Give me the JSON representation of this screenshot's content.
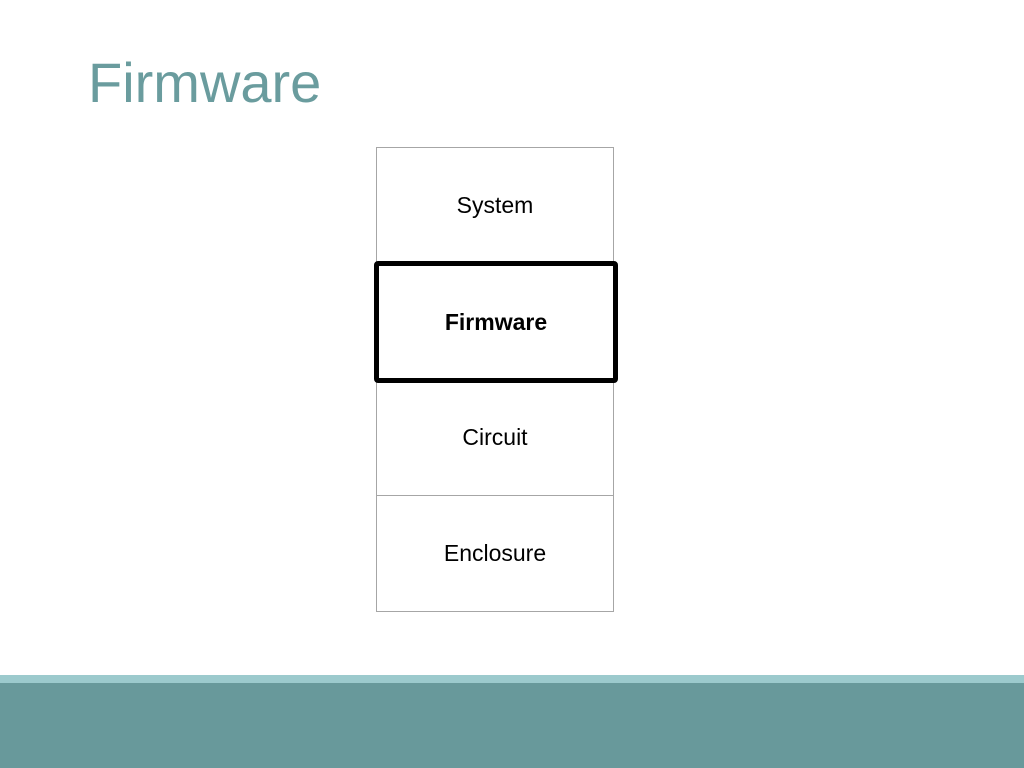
{
  "slide": {
    "title": "Firmware"
  },
  "diagram": {
    "layers": [
      {
        "label": "System",
        "highlighted": false
      },
      {
        "label": "Firmware",
        "highlighted": true
      },
      {
        "label": "Circuit",
        "highlighted": false
      },
      {
        "label": "Enclosure",
        "highlighted": false
      }
    ]
  },
  "colors": {
    "title": "#6a9c9e",
    "footer_stripe": "#9ccacd",
    "footer_band": "#68999b",
    "highlight_border": "#000000"
  }
}
